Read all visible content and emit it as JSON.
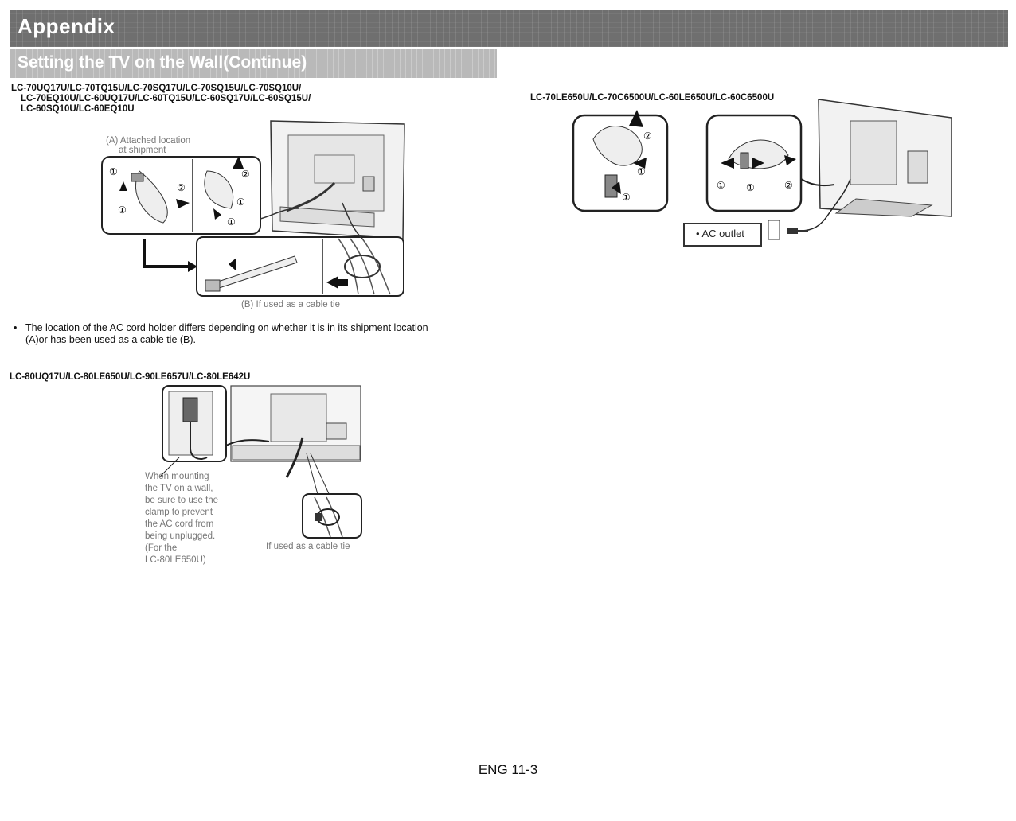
{
  "header": {
    "title": "Appendix",
    "subtitle": "Setting the TV on the Wall(Continue)"
  },
  "section1": {
    "models_line1": "LC-70UQ17U/LC-70TQ15U/LC-70SQ17U/LC-70SQ15U/LC-70SQ10U/",
    "models_line2": "LC-70EQ10U/LC-60UQ17U/LC-60TQ15U/LC-60SQ17U/LC-60SQ15U/",
    "models_line3": "LC-60SQ10U/LC-60EQ10U",
    "label_a_line1": "(A) Attached location",
    "label_a_line2": "at shipment",
    "label_b": "(B) If used as a cable tie",
    "step_numbers": [
      "①",
      "②"
    ],
    "note_bullet": "•",
    "note_line1": "The location of the AC cord holder differs depending on whether it is in its shipment location",
    "note_line2": "(A)or has been used as a cable tie (B)."
  },
  "section2": {
    "models": "LC-80UQ17U/LC-80LE650U/LC-90LE657U/LC-80LE642U",
    "note_lines": [
      "When mounting",
      "the TV on a wall,",
      "be sure to use the",
      "clamp to prevent",
      "the AC cord from",
      "being unplugged.",
      "(For the",
      "LC-80LE650U)"
    ],
    "cable_tie_label": "If used as a cable tie"
  },
  "section3": {
    "models": "LC-70LE650U/LC-70C6500U/LC-60LE650U/LC-60C6500U",
    "ac_outlet_label": "• AC outlet"
  },
  "footer": {
    "page": "ENG 11-3"
  }
}
